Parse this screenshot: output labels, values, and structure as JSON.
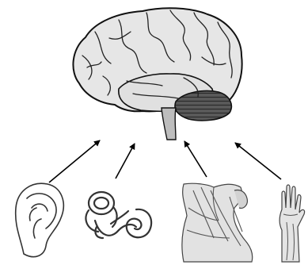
{
  "diagram": {
    "center": {
      "icon": "brain-illustration"
    },
    "sources": [
      {
        "icon": "ear-illustration"
      },
      {
        "icon": "inner-ear-cochlea-illustration"
      },
      {
        "icon": "neck-muscles-illustration"
      },
      {
        "icon": "arm-hand-illustration"
      }
    ],
    "arrow_count": 4,
    "colors": {
      "background": "#ffffff",
      "brain_fill": "#e6e6e6",
      "cerebellum_fill": "#5a5a5a",
      "line": "#000000"
    }
  }
}
